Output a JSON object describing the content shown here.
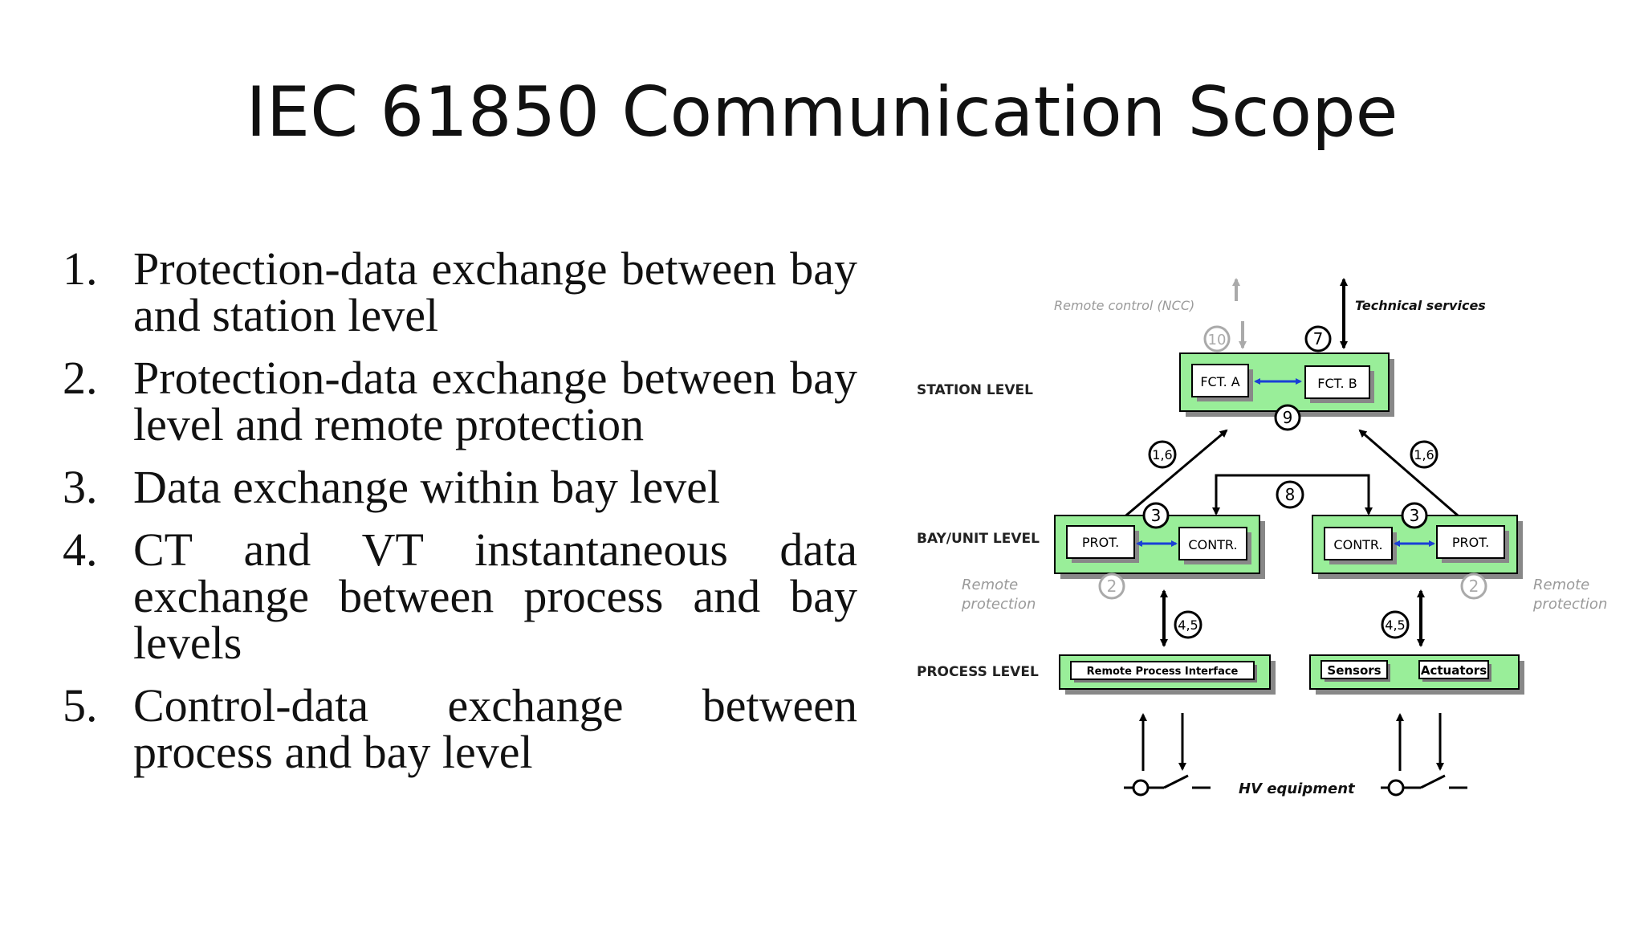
{
  "slide": {
    "title": "IEC 61850 Communication Scope",
    "points": [
      {
        "num": "1.",
        "text": "Protection-data exchange between bay and station level"
      },
      {
        "num": "2.",
        "text": "Protection-data exchange between bay level and remote protection"
      },
      {
        "num": "3.",
        "text": "Data exchange within bay level"
      },
      {
        "num": "4.",
        "text": "CT and VT instantaneous data exchange between process and bay levels"
      },
      {
        "num": "5.",
        "text": "Control-data exchange between process and bay level"
      }
    ]
  },
  "diagram": {
    "levels": {
      "station": "STATION  LEVEL",
      "bay": "BAY/UNIT LEVEL",
      "process": "PROCESS LEVEL"
    },
    "top_labels": {
      "remote_control": "Remote control (NCC)",
      "technical_services": "Technical services"
    },
    "boxes": {
      "fct_a": "FCT. A",
      "fct_b": "FCT. B",
      "prot_left": "PROT.",
      "contr_left": "CONTR.",
      "contr_right": "CONTR.",
      "prot_right": "PROT.",
      "remote_process_interface": "Remote Process Interface",
      "sensors": "Sensors",
      "actuators": "Actuators"
    },
    "remote_protection": {
      "line1": "Remote",
      "line2": "protection"
    },
    "hv_equipment": "HV equipment",
    "markers": {
      "m10": "10",
      "m7": "7",
      "m9": "9",
      "m16_left": "1,6",
      "m16_right": "1,6",
      "m8": "8",
      "m3_left": "3",
      "m3_right": "3",
      "m2_left": "2",
      "m2_right": "2",
      "m45_left": "4,5",
      "m45_right": "4,5"
    },
    "colors": {
      "panel_green": "#99ee99",
      "shadow": "#888888",
      "link_blue": "#1a3fd6",
      "faded_gray": "#aaaaaa"
    }
  }
}
